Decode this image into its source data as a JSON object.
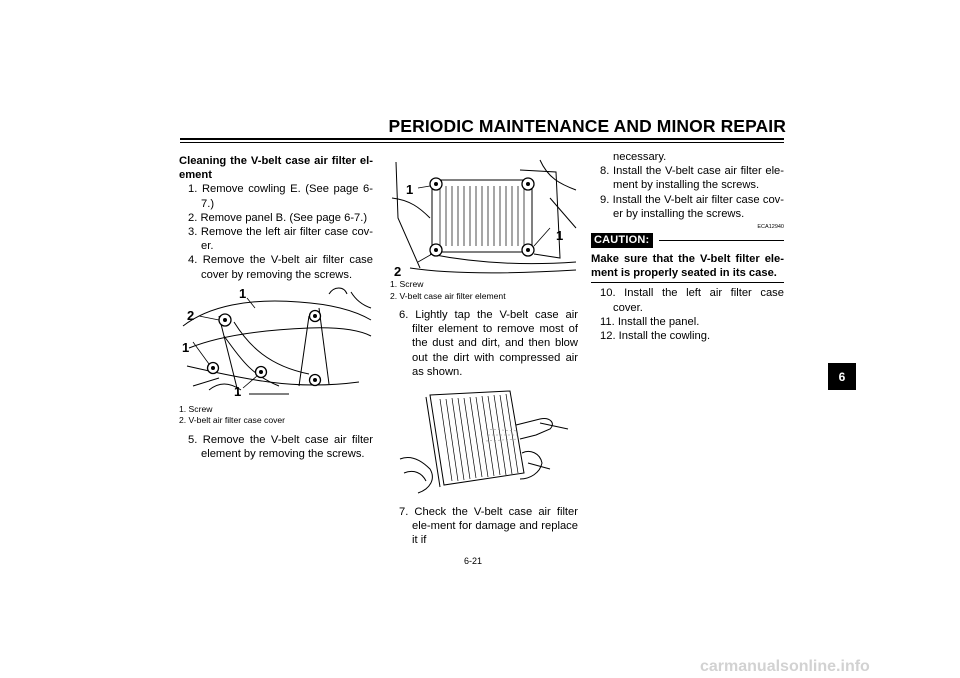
{
  "header": {
    "title": "PERIODIC MAINTENANCE AND MINOR REPAIR"
  },
  "section": {
    "heading": "Cleaning the V-belt case air filter el-ement"
  },
  "steps_a": [
    "1. Remove cowling E. (See page 6-7.)",
    "2. Remove panel B. (See page 6-7.)",
    "3. Remove the left air filter case cov-er.",
    "4. Remove the V-belt air filter case cover by removing the screws."
  ],
  "figure1": {
    "caption1": "1. Screw",
    "caption2": "2. V-belt air filter case cover",
    "callout_1": "1",
    "callout_2": "2"
  },
  "step5": "5. Remove the V-belt case air filter element by removing the screws.",
  "figure2": {
    "caption1": "1. Screw",
    "caption2": "2. V-belt case air filter element",
    "callout_1": "1",
    "callout_2": "2"
  },
  "step6": "6. Lightly tap the V-belt case air filter element to remove most of the dust and dirt, and then blow out the dirt with compressed air as shown.",
  "step7": "7. Check the V-belt case air filter ele-ment for damage and replace it if",
  "step7_cont": "necessary.",
  "steps_b": [
    "8. Install the V-belt case air filter ele-ment by installing the screws.",
    "9. Install the V-belt air filter case cov-er by installing the screws."
  ],
  "caution": {
    "code": "ECA12940",
    "label": "CAUTION:",
    "text": "Make sure that the V-belt filter ele-ment is properly seated in its case."
  },
  "steps_c": [
    "10. Install the left air filter case cover.",
    "11. Install the panel.",
    "12. Install the cowling."
  ],
  "side_tab": "6",
  "footer": {
    "page_number": "6-21",
    "watermark": "carmanualsonline.info"
  }
}
